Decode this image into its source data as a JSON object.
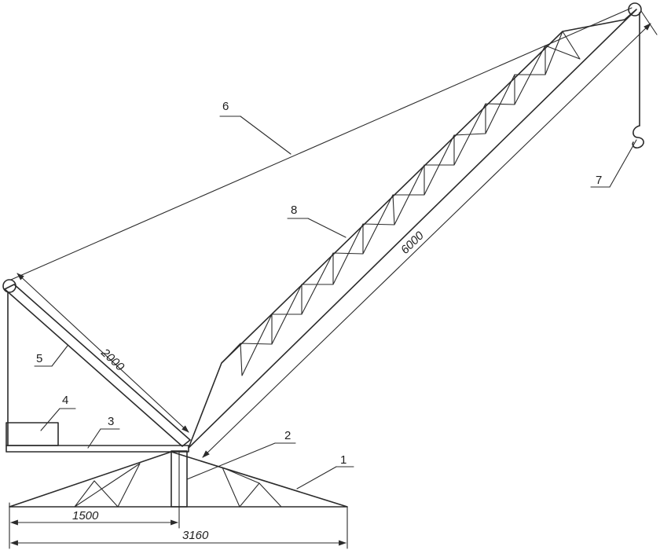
{
  "callouts": [
    "1",
    "2",
    "3",
    "4",
    "5",
    "6",
    "7",
    "8"
  ],
  "dimensions": {
    "d1500": "1500",
    "d3160": "3160",
    "d2000": "2000",
    "d6000": "6000"
  }
}
